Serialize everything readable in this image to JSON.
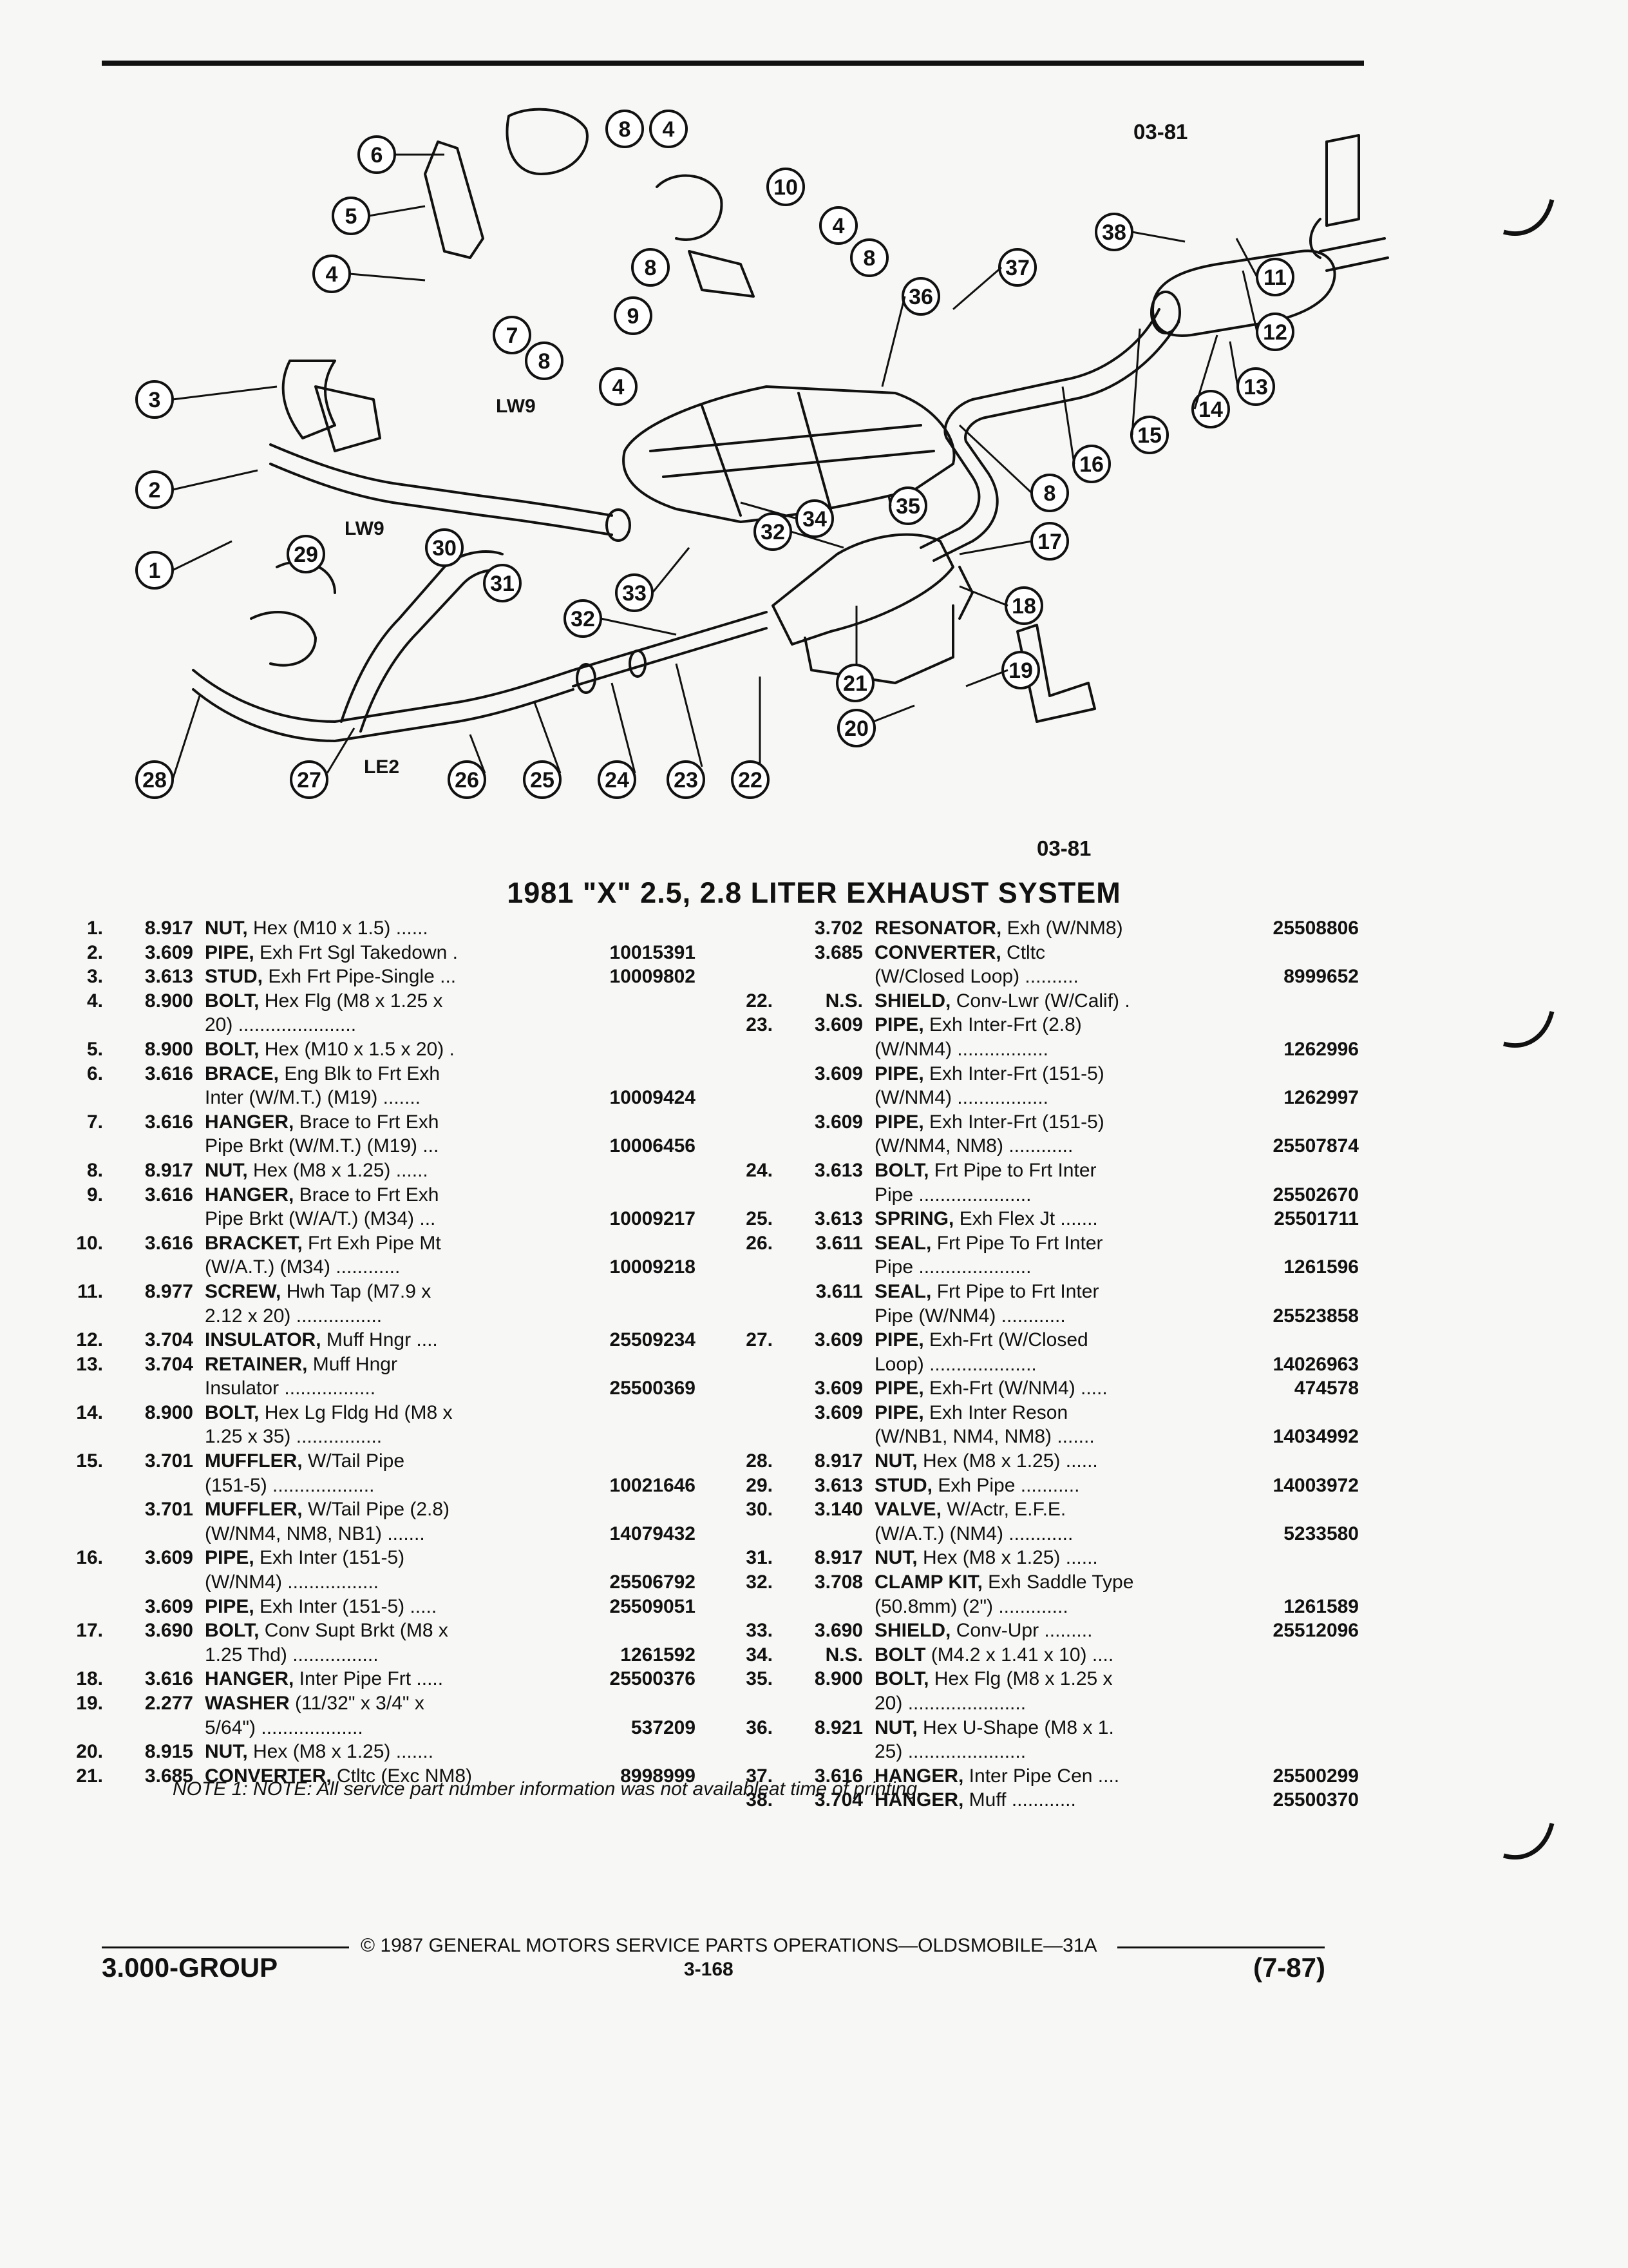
{
  "diagram": {
    "fig_code_top": "03-81",
    "fig_code_bottom": "03-81",
    "labels": {
      "lw9_upper": "LW9",
      "lw9_lower": "LW9",
      "le2": "LE2"
    }
  },
  "title": "1981 \"X\" 2.5, 2.8 LITER EXHAUST SYSTEM",
  "left_rows": [
    {
      "num": "1.",
      "grp": "8.917",
      "name": "NUT,",
      "desc": " Hex (M10 x 1.5) ......",
      "part": ""
    },
    {
      "num": "2.",
      "grp": "3.609",
      "name": "PIPE,",
      "desc": " Exh Frt Sgl Takedown .",
      "part": "10015391"
    },
    {
      "num": "3.",
      "grp": "3.613",
      "name": "STUD,",
      "desc": " Exh Frt Pipe-Single ...",
      "part": "10009802"
    },
    {
      "num": "4.",
      "grp": "8.900",
      "name": "BOLT,",
      "desc": " Hex Flg (M8 x 1.25 x",
      "part": ""
    },
    {
      "num": "",
      "grp": "",
      "name": "",
      "desc": "20) ......................",
      "part": ""
    },
    {
      "num": "5.",
      "grp": "8.900",
      "name": "BOLT,",
      "desc": " Hex (M10 x 1.5 x 20) .",
      "part": ""
    },
    {
      "num": "6.",
      "grp": "3.616",
      "name": "BRACE,",
      "desc": " Eng Blk to Frt Exh",
      "part": ""
    },
    {
      "num": "",
      "grp": "",
      "name": "",
      "desc": "Inter (W/M.T.) (M19) .......",
      "part": "10009424"
    },
    {
      "num": "7.",
      "grp": "3.616",
      "name": "HANGER,",
      "desc": " Brace to Frt Exh",
      "part": ""
    },
    {
      "num": "",
      "grp": "",
      "name": "",
      "desc": "Pipe Brkt (W/M.T.) (M19) ...",
      "part": "10006456"
    },
    {
      "num": "8.",
      "grp": "8.917",
      "name": "NUT,",
      "desc": " Hex (M8 x 1.25) ......",
      "part": ""
    },
    {
      "num": "9.",
      "grp": "3.616",
      "name": "HANGER,",
      "desc": " Brace to Frt Exh",
      "part": ""
    },
    {
      "num": "",
      "grp": "",
      "name": "",
      "desc": "Pipe Brkt (W/A/T.) (M34) ...",
      "part": "10009217"
    },
    {
      "num": "10.",
      "grp": "3.616",
      "name": "BRACKET,",
      "desc": " Frt Exh Pipe Mt",
      "part": ""
    },
    {
      "num": "",
      "grp": "",
      "name": "",
      "desc": "(W/A.T.) (M34) ............",
      "part": "10009218"
    },
    {
      "num": "11.",
      "grp": "8.977",
      "name": "SCREW,",
      "desc": " Hwh Tap (M7.9 x",
      "part": ""
    },
    {
      "num": "",
      "grp": "",
      "name": "",
      "desc": "2.12 x 20) ................",
      "part": ""
    },
    {
      "num": "12.",
      "grp": "3.704",
      "name": "INSULATOR,",
      "desc": " Muff Hngr ....",
      "part": "25509234"
    },
    {
      "num": "13.",
      "grp": "3.704",
      "name": "RETAINER,",
      "desc": " Muff Hngr",
      "part": ""
    },
    {
      "num": "",
      "grp": "",
      "name": "",
      "desc": "Insulator .................",
      "part": "25500369"
    },
    {
      "num": "14.",
      "grp": "8.900",
      "name": "BOLT,",
      "desc": " Hex Lg Fldg Hd (M8 x",
      "part": ""
    },
    {
      "num": "",
      "grp": "",
      "name": "",
      "desc": "1.25 x 35) ................",
      "part": ""
    },
    {
      "num": "15.",
      "grp": "3.701",
      "name": "MUFFLER,",
      "desc": " W/Tail Pipe",
      "part": ""
    },
    {
      "num": "",
      "grp": "",
      "name": "",
      "desc": "(151-5) ...................",
      "part": "10021646"
    },
    {
      "num": "",
      "grp": "3.701",
      "name": "MUFFLER,",
      "desc": " W/Tail Pipe (2.8)",
      "part": ""
    },
    {
      "num": "",
      "grp": "",
      "name": "",
      "desc": "(W/NM4, NM8, NB1) .......",
      "part": "14079432"
    },
    {
      "num": "16.",
      "grp": "3.609",
      "name": "PIPE,",
      "desc": " Exh Inter (151-5)",
      "part": ""
    },
    {
      "num": "",
      "grp": "",
      "name": "",
      "desc": "(W/NM4) .................",
      "part": "25506792"
    },
    {
      "num": "",
      "grp": "3.609",
      "name": "PIPE,",
      "desc": " Exh Inter (151-5) .....",
      "part": "25509051"
    },
    {
      "num": "17.",
      "grp": "3.690",
      "name": "BOLT,",
      "desc": " Conv Supt Brkt (M8 x",
      "part": ""
    },
    {
      "num": "",
      "grp": "",
      "name": "",
      "desc": "1.25 Thd) ................",
      "part": "1261592"
    },
    {
      "num": "18.",
      "grp": "3.616",
      "name": "HANGER,",
      "desc": " Inter Pipe Frt .....",
      "part": "25500376"
    },
    {
      "num": "19.",
      "grp": "2.277",
      "name": "WASHER",
      "desc": " (11/32\" x 3/4\" x",
      "part": ""
    },
    {
      "num": "",
      "grp": "",
      "name": "",
      "desc": "5/64\") ...................",
      "part": "537209"
    },
    {
      "num": "20.",
      "grp": "8.915",
      "name": "NUT,",
      "desc": " Hex (M8 x 1.25) .......",
      "part": ""
    },
    {
      "num": "21.",
      "grp": "3.685",
      "name": "CONVERTER,",
      "desc": " Ctltc (Exc NM8)",
      "part": "8998999"
    }
  ],
  "right_rows": [
    {
      "num": "",
      "grp": "3.702",
      "name": "RESONATOR,",
      "desc": " Exh (W/NM8)",
      "part": "25508806"
    },
    {
      "num": "",
      "grp": "3.685",
      "name": "CONVERTER,",
      "desc": " Ctltc",
      "part": ""
    },
    {
      "num": "",
      "grp": "",
      "name": "",
      "desc": "(W/Closed Loop) ..........",
      "part": "8999652"
    },
    {
      "num": "22.",
      "grp": "N.S.",
      "name": "SHIELD,",
      "desc": " Conv-Lwr (W/Calif) .",
      "part": ""
    },
    {
      "num": "23.",
      "grp": "3.609",
      "name": "PIPE,",
      "desc": " Exh Inter-Frt (2.8)",
      "part": ""
    },
    {
      "num": "",
      "grp": "",
      "name": "",
      "desc": "(W/NM4) .................",
      "part": "1262996"
    },
    {
      "num": "",
      "grp": "3.609",
      "name": "PIPE,",
      "desc": " Exh Inter-Frt (151-5)",
      "part": ""
    },
    {
      "num": "",
      "grp": "",
      "name": "",
      "desc": "(W/NM4) .................",
      "part": "1262997"
    },
    {
      "num": "",
      "grp": "3.609",
      "name": "PIPE,",
      "desc": " Exh Inter-Frt (151-5)",
      "part": ""
    },
    {
      "num": "",
      "grp": "",
      "name": "",
      "desc": "(W/NM4, NM8) ............",
      "part": "25507874"
    },
    {
      "num": "24.",
      "grp": "3.613",
      "name": "BOLT,",
      "desc": " Frt Pipe to Frt Inter",
      "part": ""
    },
    {
      "num": "",
      "grp": "",
      "name": "",
      "desc": "Pipe .....................",
      "part": "25502670"
    },
    {
      "num": "25.",
      "grp": "3.613",
      "name": "SPRING,",
      "desc": " Exh Flex Jt .......",
      "part": "25501711"
    },
    {
      "num": "26.",
      "grp": "3.611",
      "name": "SEAL,",
      "desc": " Frt Pipe To Frt Inter",
      "part": ""
    },
    {
      "num": "",
      "grp": "",
      "name": "",
      "desc": "Pipe .....................",
      "part": "1261596"
    },
    {
      "num": "",
      "grp": "3.611",
      "name": "SEAL,",
      "desc": " Frt Pipe to Frt Inter",
      "part": ""
    },
    {
      "num": "",
      "grp": "",
      "name": "",
      "desc": "Pipe (W/NM4) ............",
      "part": "25523858"
    },
    {
      "num": "27.",
      "grp": "3.609",
      "name": "PIPE,",
      "desc": " Exh-Frt (W/Closed",
      "part": ""
    },
    {
      "num": "",
      "grp": "",
      "name": "",
      "desc": "Loop) ....................",
      "part": "14026963"
    },
    {
      "num": "",
      "grp": "3.609",
      "name": "PIPE,",
      "desc": " Exh-Frt (W/NM4) .....",
      "part": "474578"
    },
    {
      "num": "",
      "grp": "3.609",
      "name": "PIPE,",
      "desc": " Exh Inter Reson",
      "part": ""
    },
    {
      "num": "",
      "grp": "",
      "name": "",
      "desc": "(W/NB1, NM4, NM8) .......",
      "part": "14034992"
    },
    {
      "num": "28.",
      "grp": "8.917",
      "name": "NUT,",
      "desc": " Hex (M8 x 1.25) ......",
      "part": ""
    },
    {
      "num": "29.",
      "grp": "3.613",
      "name": "STUD,",
      "desc": " Exh Pipe ...........",
      "part": "14003972"
    },
    {
      "num": "30.",
      "grp": "3.140",
      "name": "VALVE,",
      "desc": " W/Actr, E.F.E.",
      "part": ""
    },
    {
      "num": "",
      "grp": "",
      "name": "",
      "desc": "(W/A.T.) (NM4) ............",
      "part": "5233580"
    },
    {
      "num": "31.",
      "grp": "8.917",
      "name": "NUT,",
      "desc": " Hex (M8 x 1.25) ......",
      "part": ""
    },
    {
      "num": "32.",
      "grp": "3.708",
      "name": "CLAMP KIT,",
      "desc": " Exh Saddle Type",
      "part": ""
    },
    {
      "num": "",
      "grp": "",
      "name": "",
      "desc": "(50.8mm) (2\") .............",
      "part": "1261589"
    },
    {
      "num": "33.",
      "grp": "3.690",
      "name": "SHIELD,",
      "desc": " Conv-Upr .........",
      "part": "25512096"
    },
    {
      "num": "34.",
      "grp": "N.S.",
      "name": "BOLT",
      "desc": " (M4.2 x 1.41 x 10) ....",
      "part": ""
    },
    {
      "num": "35.",
      "grp": "8.900",
      "name": "BOLT,",
      "desc": " Hex Flg (M8 x 1.25 x",
      "part": ""
    },
    {
      "num": "",
      "grp": "",
      "name": "",
      "desc": "20) ......................",
      "part": ""
    },
    {
      "num": "36.",
      "grp": "8.921",
      "name": "NUT,",
      "desc": " Hex U-Shape (M8 x 1.",
      "part": ""
    },
    {
      "num": "",
      "grp": "",
      "name": "",
      "desc": "25) ......................",
      "part": ""
    },
    {
      "num": "37.",
      "grp": "3.616",
      "name": "HANGER,",
      "desc": " Inter Pipe Cen ....",
      "part": "25500299"
    },
    {
      "num": "38.",
      "grp": "3.704",
      "name": "HANGER,",
      "desc": " Muff ............",
      "part": "25500370"
    }
  ],
  "note": "NOTE 1: NOTE: All service part number information was not availableat time of printing.",
  "footer": {
    "copyright": "© 1987 GENERAL MOTORS SERVICE PARTS OPERATIONS—OLDSMOBILE—31A",
    "group": "3.000-GROUP",
    "page": "3-168",
    "date": "(7-87)"
  }
}
